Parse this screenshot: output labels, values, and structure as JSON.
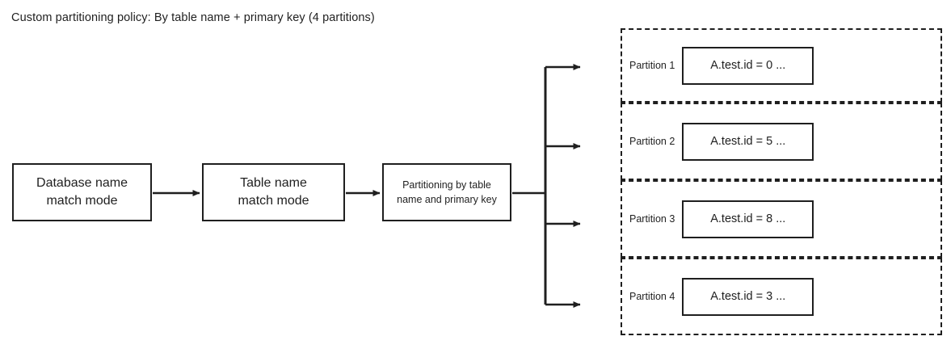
{
  "diagram": {
    "title": "Custom partitioning policy: By table name + primary key (4 partitions)",
    "accent_color": "#1f1f1f",
    "background_color": "#ffffff",
    "flow": [
      {
        "id": "database-name-match-mode",
        "label": "Database name\nmatch mode"
      },
      {
        "id": "table-name-match-mode",
        "label": "Table name\nmatch mode"
      },
      {
        "id": "partitioning-by-table-name-and-primary-key",
        "label": "Partitioning by table\nname and primary key"
      }
    ],
    "flow_lines": {
      "box1_line1": "Database name",
      "box1_line2": "match mode",
      "box2_line1": "Table name",
      "box2_line2": "match mode",
      "box3_line1": "Partitioning by table",
      "box3_line2": "name and primary key"
    },
    "partitions": [
      {
        "label": "Partition 1",
        "content": "A.test.id = 0 ..."
      },
      {
        "label": "Partition 2",
        "content": "A.test.id = 5 ..."
      },
      {
        "label": "Partition 3",
        "content": "A.test.id = 8 ..."
      },
      {
        "label": "Partition 4",
        "content": "A.test.id = 3 ..."
      }
    ]
  }
}
